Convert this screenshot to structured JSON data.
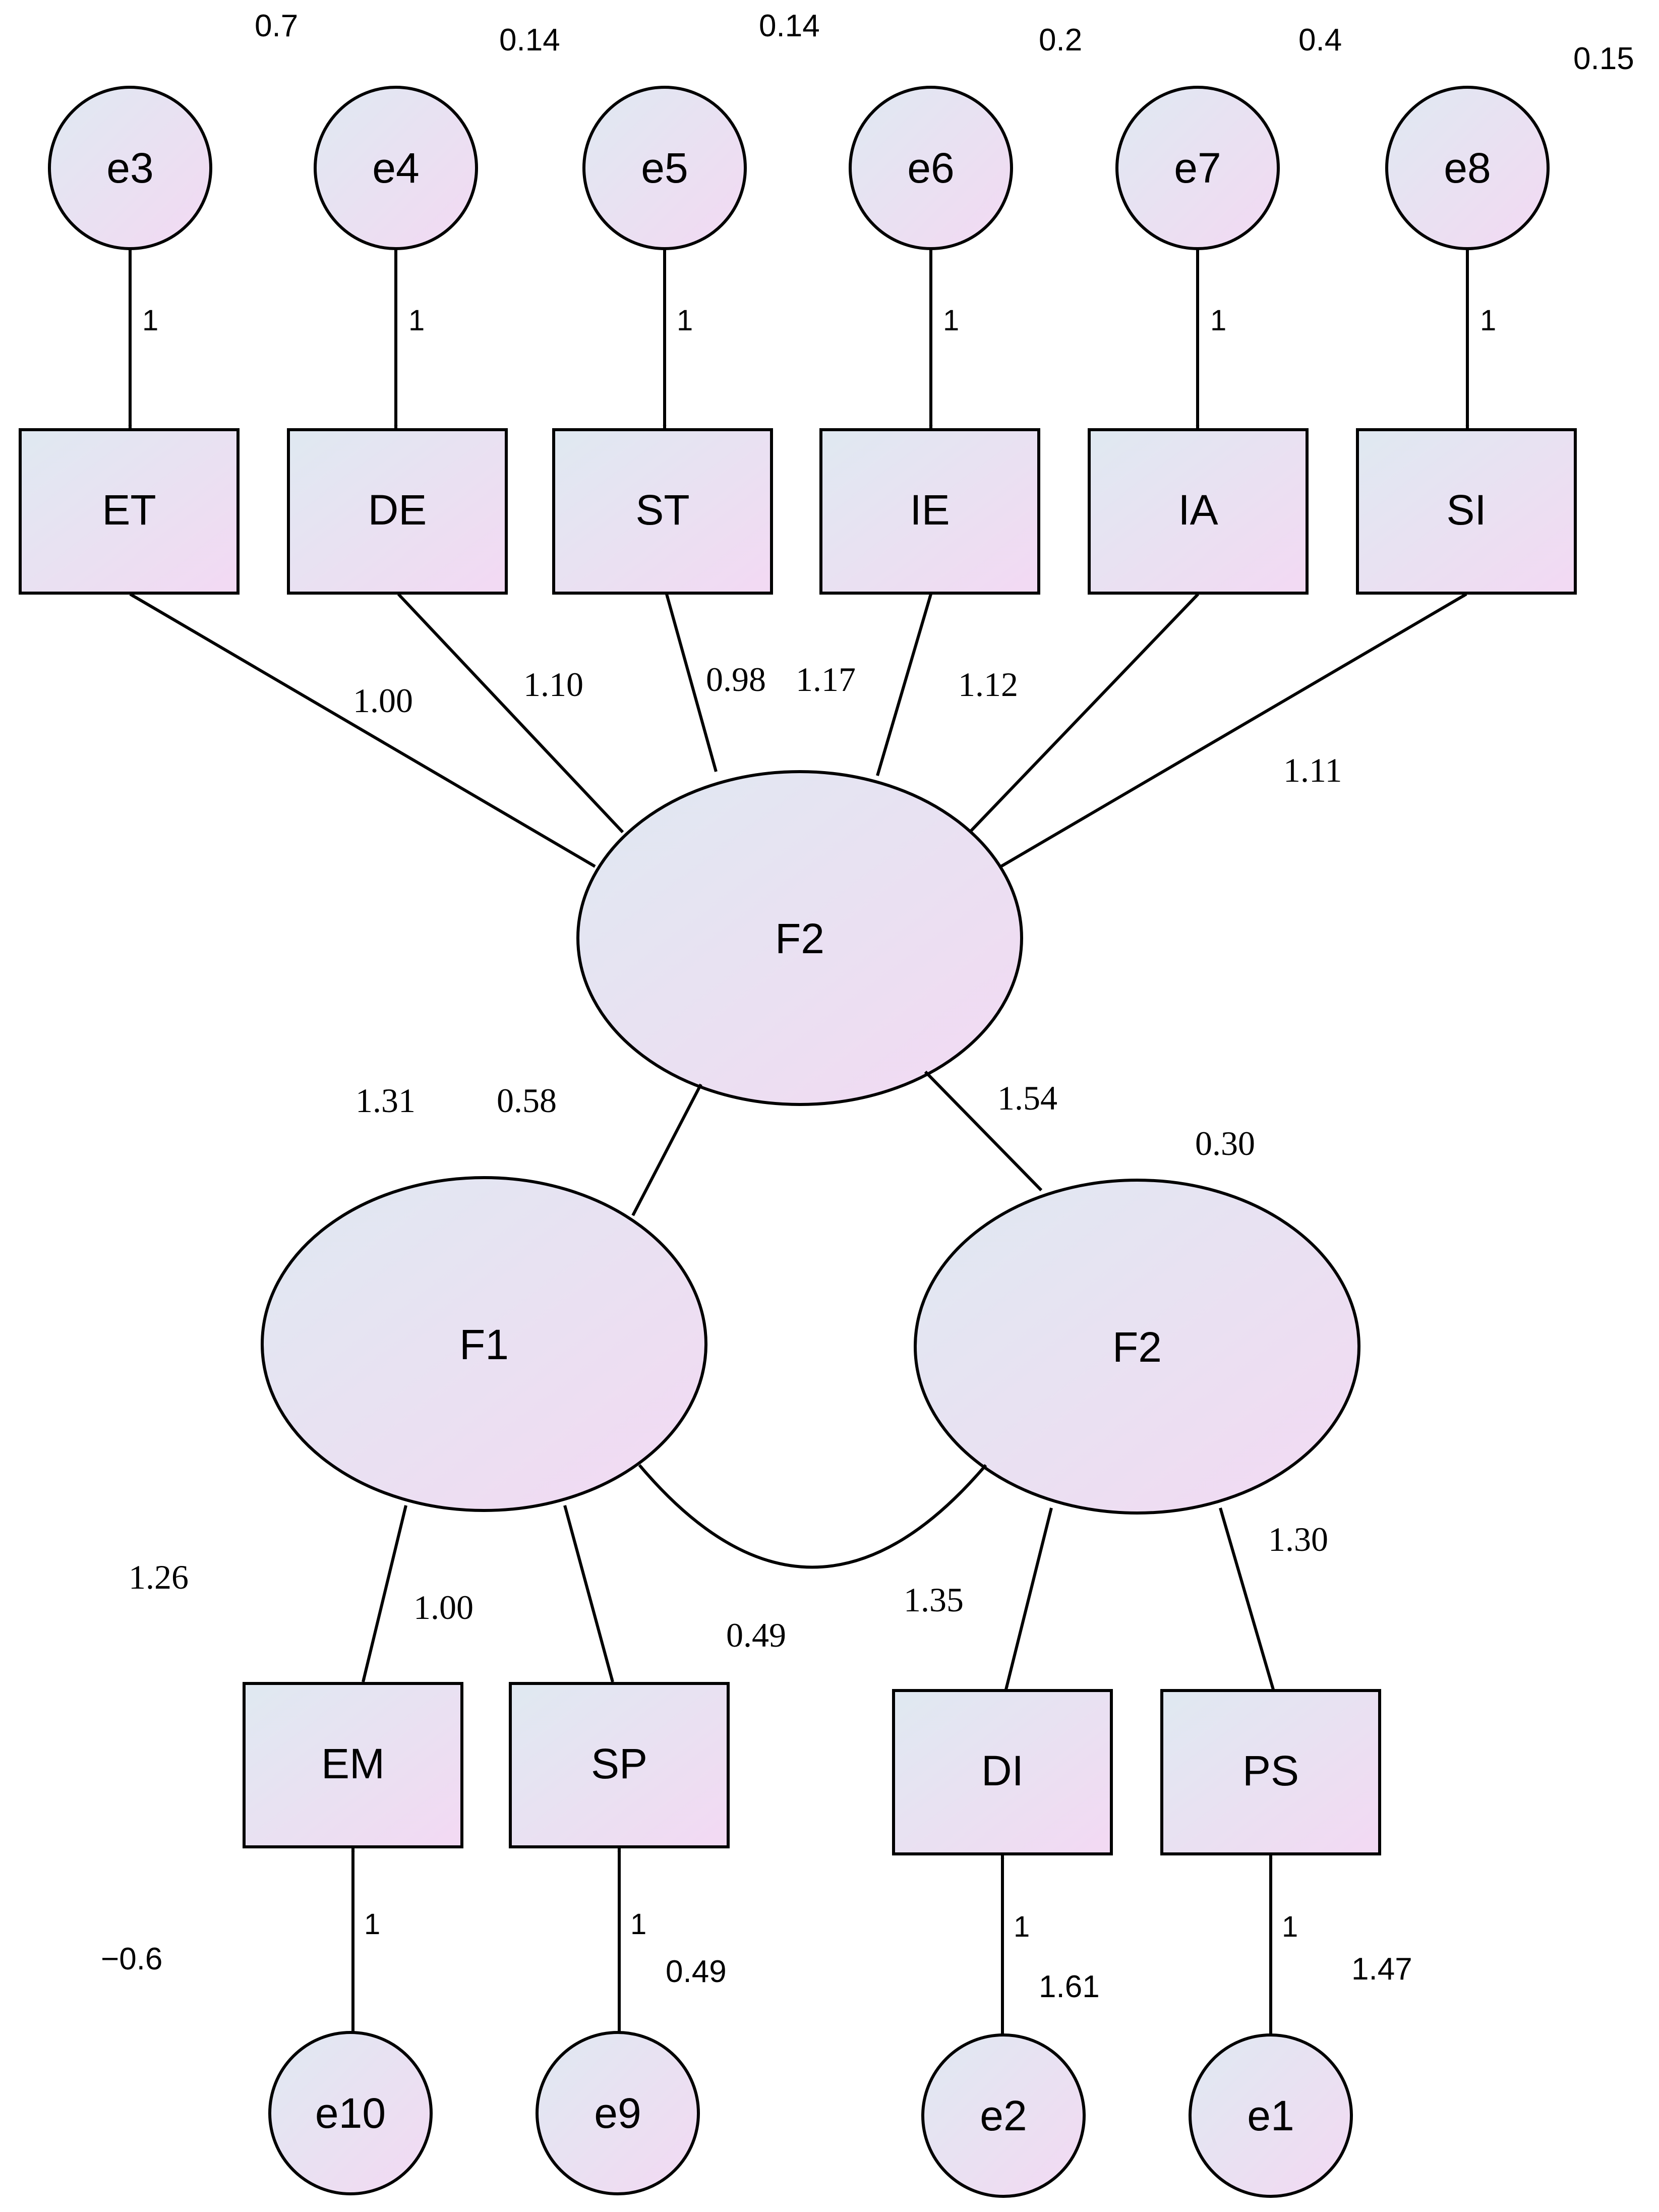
{
  "colors": {
    "fill_start": "#dfe9f1",
    "fill_end": "#f3d9f3",
    "stroke": "#000000"
  },
  "upper_indicators": {
    "items": [
      {
        "label": "ET",
        "error": "e3",
        "error_variance": "0.7",
        "error_loading": "1",
        "loading": "1.00"
      },
      {
        "label": "DE",
        "error": "e4",
        "error_variance": "0.14",
        "error_loading": "1",
        "loading": "1.10"
      },
      {
        "label": "ST",
        "error": "e5",
        "error_variance": "0.14",
        "error_loading": "1",
        "loading": "0.98"
      },
      {
        "label": "IE",
        "error": "e6",
        "error_variance": "0.2",
        "error_loading": "1",
        "loading": "1.17"
      },
      {
        "label": "IA",
        "error": "e7",
        "error_variance": "0.4",
        "error_loading": "1",
        "loading": "1.12"
      },
      {
        "label": "SI",
        "error": "e8",
        "error_variance": "0.15",
        "error_loading": "1",
        "loading": "1.11"
      }
    ]
  },
  "latent": {
    "top": {
      "label": "F2"
    },
    "left": {
      "label": "F1",
      "variance": "1.31",
      "path_to_top": "0.58"
    },
    "right": {
      "label": "F2",
      "variance": "0.30",
      "path_to_top": "1.54"
    },
    "covariance": "0.49"
  },
  "lower_indicators": {
    "items": [
      {
        "label": "EM",
        "error": "e10",
        "error_loading": "1",
        "error_variance": "−0.6",
        "loading": "1.00"
      },
      {
        "label": "SP",
        "error": "e9",
        "error_loading": "1",
        "error_variance": "0.49",
        "loading": "1.26"
      },
      {
        "label": "DI",
        "error": "e2",
        "error_loading": "1",
        "error_variance": "1.61",
        "loading": "1.35"
      },
      {
        "label": "PS",
        "error": "e1",
        "error_loading": "1",
        "error_variance": "1.47",
        "loading": "1.30"
      }
    ]
  }
}
